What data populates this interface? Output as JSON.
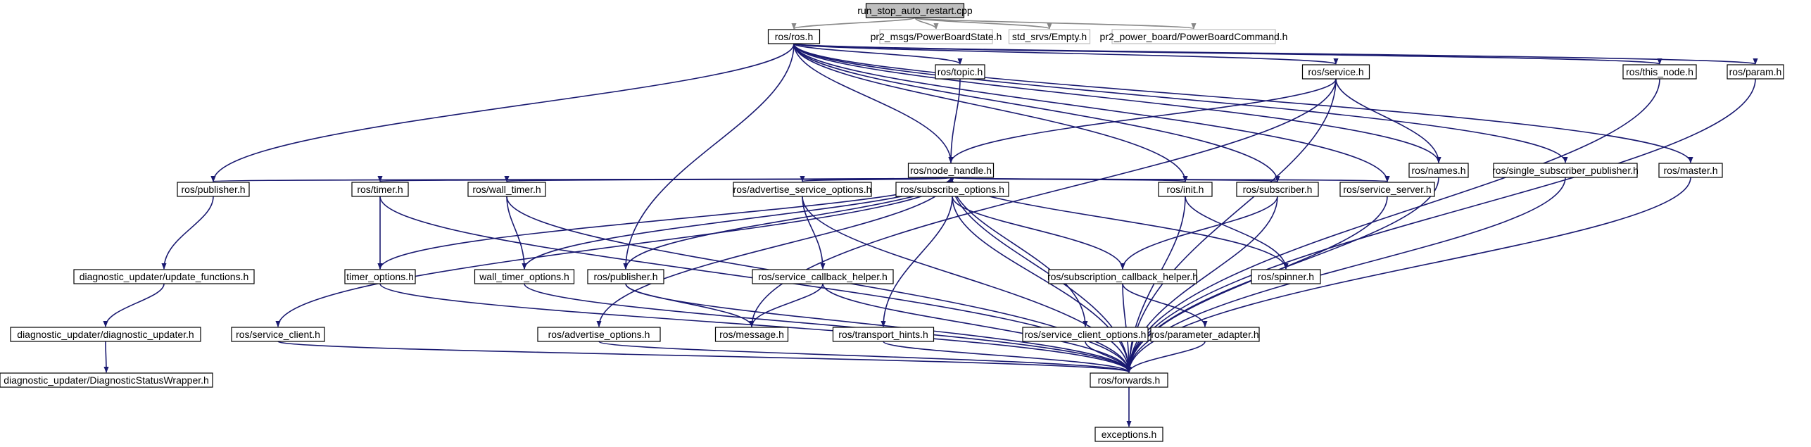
{
  "graph": {
    "colors": {
      "edge": "#191970",
      "box_stroke": "#000000",
      "root_fill": "#bfbfbf",
      "external_stroke": "#bfbfbf",
      "text": "#000000",
      "external_text": "#404040"
    },
    "nodes": [
      {
        "id": "root",
        "label": "run_stop_auto_restart.cpp",
        "style": "root"
      },
      {
        "id": "ros_ros",
        "label": "ros/ros.h",
        "style": "normal"
      },
      {
        "id": "pr2_msgs",
        "label": "pr2_msgs/PowerBoardState.h",
        "style": "external"
      },
      {
        "id": "std_srvs",
        "label": "std_srvs/Empty.h",
        "style": "external"
      },
      {
        "id": "pr2_power",
        "label": "pr2_power_board/PowerBoardCommand.h",
        "style": "external"
      },
      {
        "id": "ros_topic",
        "label": "ros/topic.h",
        "style": "normal"
      },
      {
        "id": "ros_service",
        "label": "ros/service.h",
        "style": "normal"
      },
      {
        "id": "ros_this_node",
        "label": "ros/this_node.h",
        "style": "normal"
      },
      {
        "id": "ros_param",
        "label": "ros/param.h",
        "style": "normal"
      },
      {
        "id": "ros_node_handle",
        "label": "ros/node_handle.h",
        "style": "normal"
      },
      {
        "id": "ros_names",
        "label": "ros/names.h",
        "style": "normal"
      },
      {
        "id": "ros_ssp",
        "label": "ros/single_subscriber_publisher.h",
        "style": "normal"
      },
      {
        "id": "ros_master",
        "label": "ros/master.h",
        "style": "normal"
      },
      {
        "id": "ros_publisher_a",
        "label": "ros/publisher.h",
        "style": "normal"
      },
      {
        "id": "ros_timer",
        "label": "ros/timer.h",
        "style": "normal"
      },
      {
        "id": "ros_wall_timer",
        "label": "ros/wall_timer.h",
        "style": "normal"
      },
      {
        "id": "ros_adv_srv_opts",
        "label": "ros/advertise_service_options.h",
        "style": "normal"
      },
      {
        "id": "ros_sub_opts",
        "label": "ros/subscribe_options.h",
        "style": "normal"
      },
      {
        "id": "ros_init",
        "label": "ros/init.h",
        "style": "normal"
      },
      {
        "id": "ros_subscriber",
        "label": "ros/subscriber.h",
        "style": "normal"
      },
      {
        "id": "ros_service_server",
        "label": "ros/service_server.h",
        "style": "normal"
      },
      {
        "id": "diag_update_functions",
        "label": "diagnostic_updater/update_functions.h",
        "style": "normal"
      },
      {
        "id": "timer_options",
        "label": "timer_options.h",
        "style": "normal"
      },
      {
        "id": "wall_timer_options",
        "label": "wall_timer_options.h",
        "style": "normal"
      },
      {
        "id": "ros_publisher_b",
        "label": "ros/publisher.h",
        "style": "normal"
      },
      {
        "id": "ros_srv_cb_helper",
        "label": "ros/service_callback_helper.h",
        "style": "normal"
      },
      {
        "id": "ros_sub_cb_helper",
        "label": "ros/subscription_callback_helper.h",
        "style": "normal"
      },
      {
        "id": "ros_spinner",
        "label": "ros/spinner.h",
        "style": "normal"
      },
      {
        "id": "diag_updater",
        "label": "diagnostic_updater/diagnostic_updater.h",
        "style": "normal"
      },
      {
        "id": "ros_service_client",
        "label": "ros/service_client.h",
        "style": "normal"
      },
      {
        "id": "ros_adv_opts",
        "label": "ros/advertise_options.h",
        "style": "normal"
      },
      {
        "id": "ros_message",
        "label": "ros/message.h",
        "style": "normal"
      },
      {
        "id": "ros_transport_hints",
        "label": "ros/transport_hints.h",
        "style": "normal"
      },
      {
        "id": "ros_srv_client_opts",
        "label": "ros/service_client_options.h",
        "style": "normal"
      },
      {
        "id": "ros_param_adapter",
        "label": "ros/parameter_adapter.h",
        "style": "normal"
      },
      {
        "id": "diag_status_wrapper",
        "label": "diagnostic_updater/DiagnosticStatusWrapper.h",
        "style": "normal"
      },
      {
        "id": "ros_forwards",
        "label": "ros/forwards.h",
        "style": "normal"
      },
      {
        "id": "exceptions",
        "label": "exceptions.h",
        "style": "normal"
      }
    ],
    "edges": [
      [
        "root",
        "ros_ros",
        "gray"
      ],
      [
        "root",
        "pr2_msgs",
        "gray"
      ],
      [
        "root",
        "std_srvs",
        "gray"
      ],
      [
        "root",
        "pr2_power",
        "gray"
      ],
      [
        "ros_ros",
        "ros_topic"
      ],
      [
        "ros_ros",
        "ros_service"
      ],
      [
        "ros_ros",
        "ros_this_node"
      ],
      [
        "ros_ros",
        "ros_param"
      ],
      [
        "ros_ros",
        "ros_names"
      ],
      [
        "ros_ros",
        "ros_ssp"
      ],
      [
        "ros_ros",
        "ros_master"
      ],
      [
        "ros_ros",
        "ros_node_handle"
      ],
      [
        "ros_ros",
        "ros_publisher_a"
      ],
      [
        "ros_ros",
        "ros_publisher_b"
      ],
      [
        "ros_ros",
        "ros_init"
      ],
      [
        "ros_ros",
        "ros_subscriber"
      ],
      [
        "ros_ros",
        "ros_service_server"
      ],
      [
        "ros_topic",
        "ros_node_handle"
      ],
      [
        "ros_service",
        "ros_node_handle"
      ],
      [
        "ros_service",
        "ros_names"
      ],
      [
        "ros_service",
        "ros_message"
      ],
      [
        "ros_service",
        "ros_forwards"
      ],
      [
        "ros_this_node",
        "ros_forwards"
      ],
      [
        "ros_param",
        "ros_forwards"
      ],
      [
        "ros_names",
        "ros_forwards"
      ],
      [
        "ros_ssp",
        "ros_forwards"
      ],
      [
        "ros_master",
        "ros_forwards"
      ],
      [
        "ros_node_handle",
        "ros_publisher_a"
      ],
      [
        "ros_node_handle",
        "ros_timer"
      ],
      [
        "ros_node_handle",
        "ros_wall_timer"
      ],
      [
        "ros_node_handle",
        "ros_adv_srv_opts"
      ],
      [
        "ros_node_handle",
        "ros_sub_opts"
      ],
      [
        "ros_node_handle",
        "ros_init"
      ],
      [
        "ros_node_handle",
        "ros_subscriber"
      ],
      [
        "ros_node_handle",
        "ros_service_server"
      ],
      [
        "ros_node_handle",
        "ros_service_client"
      ],
      [
        "ros_node_handle",
        "timer_options"
      ],
      [
        "ros_node_handle",
        "wall_timer_options"
      ],
      [
        "ros_node_handle",
        "ros_publisher_b"
      ],
      [
        "ros_node_handle",
        "ros_adv_opts"
      ],
      [
        "ros_node_handle",
        "ros_srv_client_opts"
      ],
      [
        "ros_node_handle",
        "ros_spinner"
      ],
      [
        "ros_node_handle",
        "ros_forwards"
      ],
      [
        "ros_publisher_a",
        "diag_update_functions"
      ],
      [
        "diag_update_functions",
        "diag_updater"
      ],
      [
        "diag_updater",
        "diag_status_wrapper"
      ],
      [
        "ros_timer",
        "timer_options"
      ],
      [
        "ros_timer",
        "ros_forwards"
      ],
      [
        "ros_wall_timer",
        "wall_timer_options"
      ],
      [
        "ros_wall_timer",
        "ros_forwards"
      ],
      [
        "ros_adv_srv_opts",
        "ros_srv_cb_helper"
      ],
      [
        "ros_adv_srv_opts",
        "ros_forwards"
      ],
      [
        "ros_sub_opts",
        "ros_sub_cb_helper"
      ],
      [
        "ros_sub_opts",
        "ros_transport_hints"
      ],
      [
        "ros_sub_opts",
        "ros_forwards"
      ],
      [
        "ros_init",
        "ros_spinner"
      ],
      [
        "ros_init",
        "ros_forwards"
      ],
      [
        "ros_subscriber",
        "ros_sub_cb_helper"
      ],
      [
        "ros_subscriber",
        "ros_forwards"
      ],
      [
        "ros_service_server",
        "ros_forwards"
      ],
      [
        "timer_options",
        "ros_forwards"
      ],
      [
        "wall_timer_options",
        "ros_forwards"
      ],
      [
        "ros_publisher_b",
        "ros_message"
      ],
      [
        "ros_publisher_b",
        "ros_forwards"
      ],
      [
        "ros_srv_cb_helper",
        "ros_message"
      ],
      [
        "ros_srv_cb_helper",
        "ros_forwards"
      ],
      [
        "ros_sub_cb_helper",
        "ros_param_adapter"
      ],
      [
        "ros_sub_cb_helper",
        "ros_forwards"
      ],
      [
        "ros_service_client",
        "ros_forwards"
      ],
      [
        "ros_adv_opts",
        "ros_forwards"
      ],
      [
        "ros_transport_hints",
        "ros_forwards"
      ],
      [
        "ros_srv_client_opts",
        "ros_forwards"
      ],
      [
        "ros_param_adapter",
        "ros_forwards"
      ],
      [
        "ros_forwards",
        "exceptions"
      ]
    ]
  }
}
